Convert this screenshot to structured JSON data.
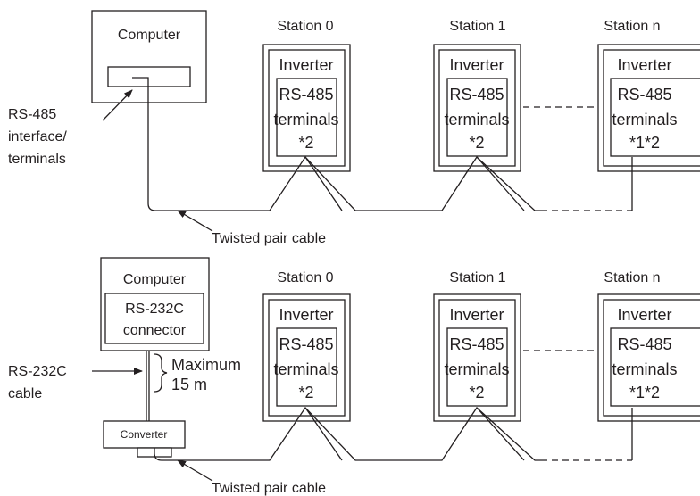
{
  "diagram1": {
    "computer": {
      "label": "Computer"
    },
    "interface_label": [
      "RS-485",
      "interface/",
      "terminals"
    ],
    "stations": [
      {
        "label": "Station 0",
        "device": "Inverter",
        "terminal_lines": [
          "RS-485",
          "terminals",
          "*2"
        ]
      },
      {
        "label": "Station 1",
        "device": "Inverter",
        "terminal_lines": [
          "RS-485",
          "terminals",
          "*2"
        ]
      },
      {
        "label": "Station n",
        "device": "Inverter",
        "terminal_lines": [
          "RS-485",
          "terminals",
          "*1*2"
        ]
      }
    ],
    "cable_label": "Twisted pair cable"
  },
  "diagram2": {
    "computer": {
      "label": "Computer",
      "connector_lines": [
        "RS-232C",
        "connector"
      ]
    },
    "cable_label_lines": [
      "RS-232C",
      "cable"
    ],
    "max_length_lines": [
      "Maximum",
      "15 m"
    ],
    "converter_label": "Converter",
    "stations": [
      {
        "label": "Station 0",
        "device": "Inverter",
        "terminal_lines": [
          "RS-485",
          "terminals",
          "*2"
        ]
      },
      {
        "label": "Station 1",
        "device": "Inverter",
        "terminal_lines": [
          "RS-485",
          "terminals",
          "*2"
        ]
      },
      {
        "label": "Station n",
        "device": "Inverter",
        "terminal_lines": [
          "RS-485",
          "terminals",
          "*1*2"
        ]
      }
    ],
    "cable_label": "Twisted pair cable"
  }
}
